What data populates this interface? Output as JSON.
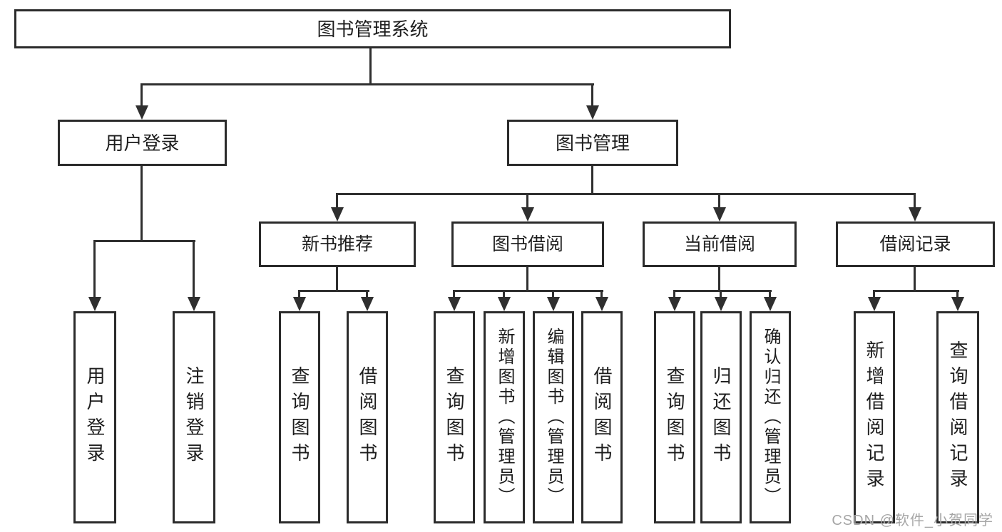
{
  "diagram_title": "图书管理系统",
  "tree": {
    "label": "图书管理系统",
    "children": [
      {
        "label": "用户登录",
        "children": [
          {
            "label": "用户登录"
          },
          {
            "label": "注销登录"
          }
        ]
      },
      {
        "label": "图书管理",
        "children": [
          {
            "label": "新书推荐",
            "children": [
              {
                "label": "查询图书"
              },
              {
                "label": "借阅图书"
              }
            ]
          },
          {
            "label": "图书借阅",
            "children": [
              {
                "label": "查询图书"
              },
              {
                "label": "新增图书（管理员）"
              },
              {
                "label": "编辑图书（管理员）"
              },
              {
                "label": "借阅图书"
              }
            ]
          },
          {
            "label": "当前借阅",
            "children": [
              {
                "label": "查询图书"
              },
              {
                "label": "归还图书"
              },
              {
                "label": "确认归还（管理员）"
              }
            ]
          },
          {
            "label": "借阅记录",
            "children": [
              {
                "label": "新增借阅记录"
              },
              {
                "label": "查询借阅记录"
              }
            ]
          }
        ]
      }
    ]
  },
  "watermark": "CSDN @软件_小贺同学",
  "colors": {
    "line": "#2f2f2f",
    "box_border": "#2b2b2b",
    "text": "#1d1d1d",
    "background": "#ffffff",
    "watermark": "#a6a6a6"
  }
}
